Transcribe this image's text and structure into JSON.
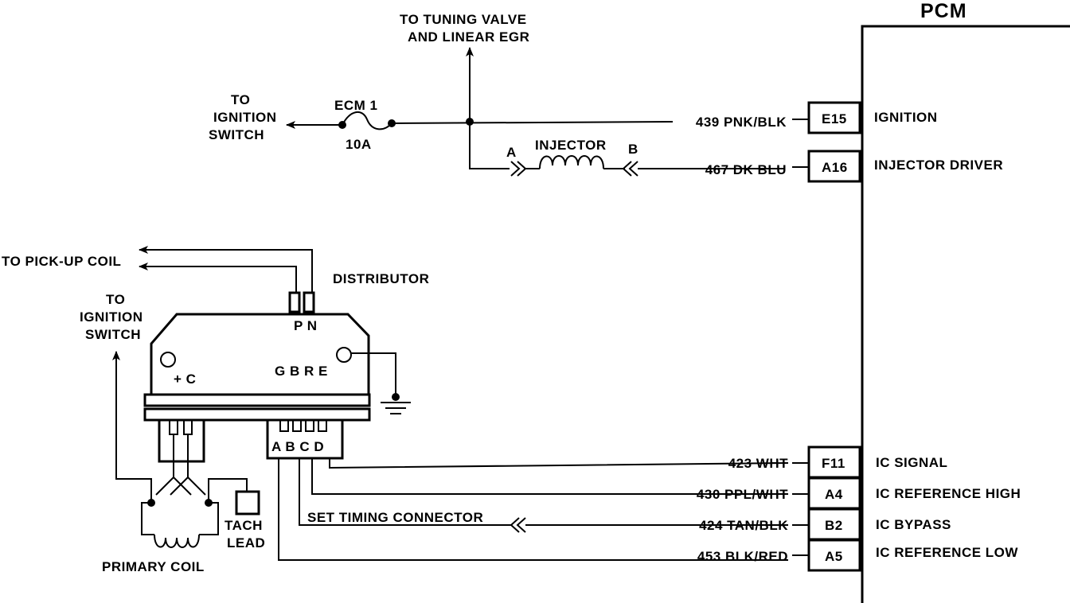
{
  "pcm": {
    "title": "PCM",
    "pins": [
      {
        "pin": "E15",
        "wire": "439 PNK/BLK",
        "function": "IGNITION"
      },
      {
        "pin": "A16",
        "wire": "467 DK BLU",
        "function": "INJECTOR DRIVER"
      },
      {
        "pin": "F11",
        "wire": "423 WHT",
        "function": "IC SIGNAL"
      },
      {
        "pin": "A4",
        "wire": "430 PPL/WHT",
        "function": "IC REFERENCE HIGH"
      },
      {
        "pin": "B2",
        "wire": "424 TAN/BLK",
        "function": "IC BYPASS"
      },
      {
        "pin": "A5",
        "wire": "453 BLK/RED",
        "function": "IC REFERENCE LOW"
      }
    ]
  },
  "labels": {
    "tuning_valve": [
      "TO TUNING VALVE",
      "AND LINEAR EGR"
    ],
    "ignition_switch_top": [
      "TO",
      "IGNITION",
      "SWITCH"
    ],
    "fuse": {
      "name": "ECM 1",
      "rating": "10A"
    },
    "injector": {
      "name": "INJECTOR",
      "pin_a": "A",
      "pin_b": "B"
    },
    "pickup_coil": "TO PICK-UP COIL",
    "distributor": "DISTRIBUTOR",
    "ignition_switch_left": [
      "TO",
      "IGNITION",
      "SWITCH"
    ],
    "module_pins_pn": "P N",
    "module_plus_c": "+ C",
    "module_gbre": "G B R E",
    "connector_abcd": "A B C D",
    "tach_lead": [
      "TACH",
      "LEAD"
    ],
    "primary_coil": "PRIMARY COIL",
    "set_timing": "SET TIMING CONNECTOR"
  }
}
